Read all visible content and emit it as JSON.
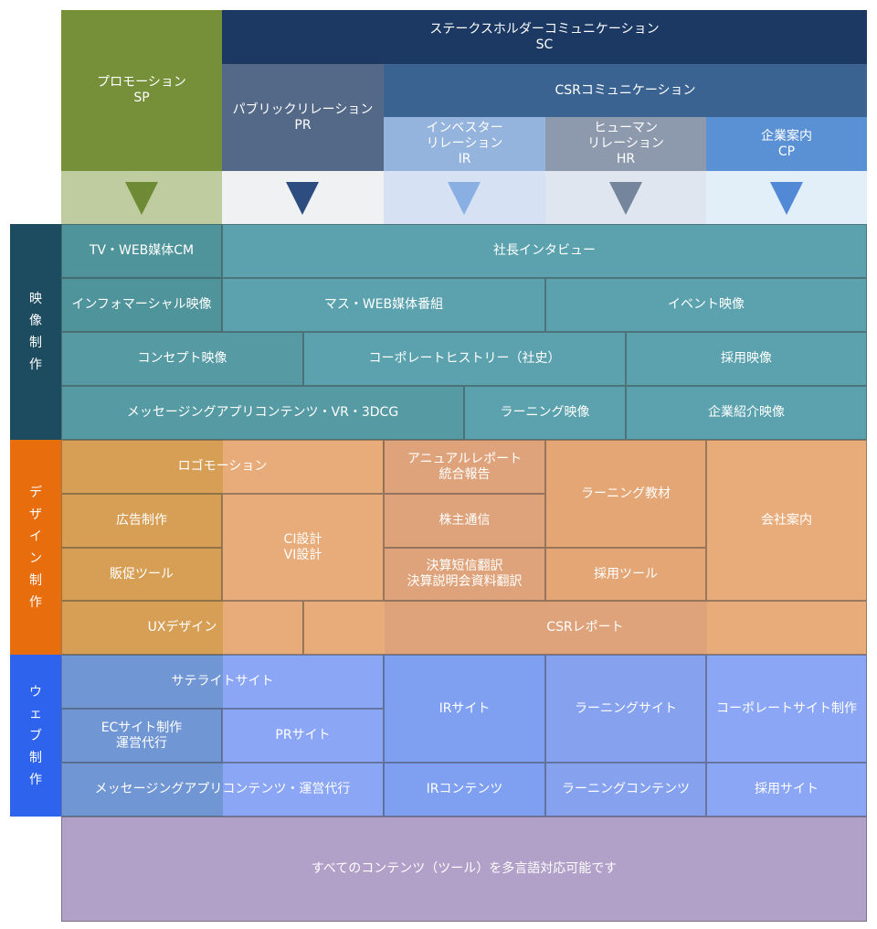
{
  "header": {
    "sc": "ステークスホルダーコミュニケーション\nSC",
    "sp": "プロモーション\nSP",
    "pr": "パブリックリレーション\nPR",
    "csr": "CSRコミュニケーション",
    "ir": "インベスター\nリレーション\nIR",
    "hr": "ヒューマン\nリレーション\nHR",
    "cp": "企業案内\nCP"
  },
  "colors": {
    "sp": "#76903a",
    "sc": "#1b3963",
    "pr": "#546888",
    "csr": "#3b6391",
    "ir": "#94b3dd",
    "hr": "#8d9aad",
    "cp": "#5a90d4",
    "video": "#5ba2ae",
    "design": "#e8ac7b",
    "web": "#8aa6f4",
    "multi": "#b1a0c8"
  },
  "sections": {
    "video": "映像制作",
    "design": "デザイン制作",
    "web": "ウェブ制作"
  },
  "video": {
    "tv_cm": "TV・WEB媒体CM",
    "interview": "社長インタビュー",
    "infomercial": "インフォマーシャル映像",
    "mass_program": "マス・WEB媒体番組",
    "event": "イベント映像",
    "concept": "コンセプト映像",
    "corporate_history": "コーポレートヒストリー（社史）",
    "recruit": "採用映像",
    "messaging": "メッセージングアプリコンテンツ・VR・3DCG",
    "learning": "ラーニング映像",
    "company_intro": "企業紹介映像"
  },
  "design": {
    "logo_motion": "ロゴモーション",
    "annual_report": "アニュアルレポート\n統合報告",
    "learning_material": "ラーニング教材",
    "company_profile": "会社案内",
    "ad": "広告制作",
    "ci": "CI設計\nVI設計",
    "shareholder": "株主通信",
    "promo_tool": "販促ツール",
    "earnings": "決算短信翻訳\n決算説明会資料翻訳",
    "recruit_tool": "採用ツール",
    "ux": "UXデザイン",
    "csr_report": "CSRレポート"
  },
  "web": {
    "satellite": "サテライトサイト",
    "ir_site": "IRサイト",
    "learning_site": "ラーニングサイト",
    "corporate_site": "コーポレートサイト制作",
    "ec_site": "ECサイト制作\n運営代行",
    "pr_site": "PRサイト",
    "messaging_ops": "メッセージングアプリコンテンツ・運営代行",
    "ir_contents": "IRコンテンツ",
    "learning_contents": "ラーニングコンテンツ",
    "recruit_site": "採用サイト"
  },
  "footer": {
    "multilingual": "すべてのコンテンツ（ツール）を多言語対応可能です"
  }
}
